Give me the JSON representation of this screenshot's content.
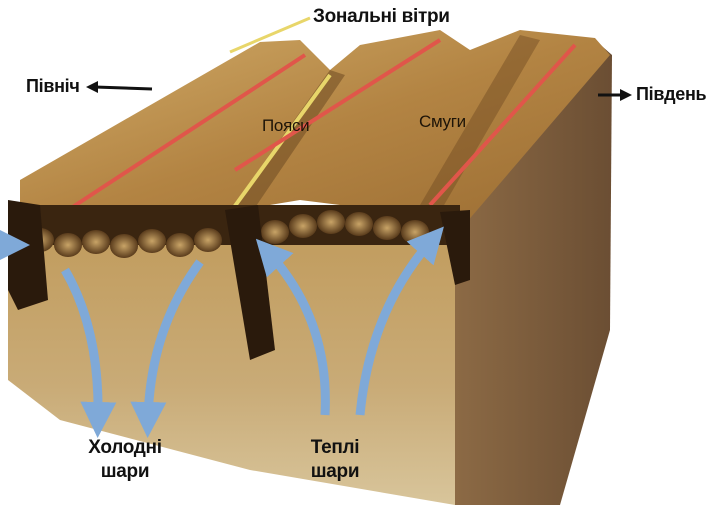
{
  "labels": {
    "zonal_winds": "Зональні вітри",
    "north": "Північ",
    "south": "Південь",
    "belts": "Пояси",
    "stripes": "Смуги",
    "cold_layers_1": "Холодні",
    "cold_layers_2": "шари",
    "warm_layers_1": "Теплі",
    "warm_layers_2": "шари"
  },
  "colors": {
    "cold_arrow": "#7fa9d8",
    "warm_arrow": "#7fa9d8",
    "wind_line_red": "#e0564a",
    "wind_line_yellow": "#e8d66a",
    "block_top": "#b88a45",
    "block_front": "#b99a62",
    "dark_band": "#2a1a0c"
  },
  "icons": {
    "arrow_north": "arrow-left-icon",
    "arrow_south": "arrow-right-icon"
  }
}
